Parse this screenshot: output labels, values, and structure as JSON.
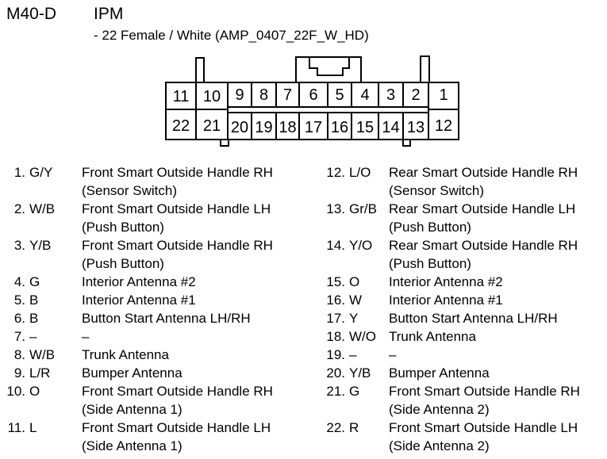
{
  "header": {
    "connector_id": "M40-D",
    "module": "IPM",
    "subtitle": "- 22 Female / White (AMP_0407_22F_W_HD)"
  },
  "connector": {
    "top_row": [
      "11",
      "10",
      "9",
      "8",
      "7",
      "6",
      "5",
      "4",
      "3",
      "2",
      "1"
    ],
    "bottom_row": [
      "22",
      "21",
      "20",
      "19",
      "18",
      "17",
      "16",
      "15",
      "14",
      "13",
      "12"
    ],
    "line_color": "#000000",
    "fill_color": "#ffffff"
  },
  "pins_left": [
    {
      "num": "1.",
      "code": "G/Y",
      "desc": "Front Smart Outside Handle RH",
      "sub": "(Sensor Switch)"
    },
    {
      "num": "2.",
      "code": "W/B",
      "desc": "Front Smart Outside Handle LH",
      "sub": "(Push Button)"
    },
    {
      "num": "3.",
      "code": "Y/B",
      "desc": "Front Smart Outside Handle RH",
      "sub": "(Push Button)"
    },
    {
      "num": "4.",
      "code": "G",
      "desc": "Interior Antenna #2"
    },
    {
      "num": "5.",
      "code": "B",
      "desc": "Interior Antenna #1"
    },
    {
      "num": "6.",
      "code": "B",
      "desc": "Button Start Antenna LH/RH"
    },
    {
      "num": "7.",
      "code": "–",
      "desc": "–"
    },
    {
      "num": "8.",
      "code": "W/B",
      "desc": "Trunk Antenna"
    },
    {
      "num": "9.",
      "code": "L/R",
      "desc": "Bumper Antenna"
    },
    {
      "num": "10.",
      "code": "O",
      "desc": "Front Smart Outside Handle RH",
      "sub": "(Side Antenna 1)"
    },
    {
      "num": "11.",
      "code": "L",
      "desc": "Front Smart Outside Handle LH",
      "sub": "(Side Antenna 1)"
    }
  ],
  "pins_right": [
    {
      "num": "12.",
      "code": "L/O",
      "desc": "Rear Smart Outside Handle RH",
      "sub": "(Sensor Switch)"
    },
    {
      "num": "13.",
      "code": "Gr/B",
      "desc": "Rear Smart Outside Handle LH",
      "sub": "(Push Button)"
    },
    {
      "num": "14.",
      "code": "Y/O",
      "desc": "Rear Smart Outside Handle RH",
      "sub": "(Push Button)"
    },
    {
      "num": "15.",
      "code": "O",
      "desc": "Interior Antenna #2"
    },
    {
      "num": "16.",
      "code": "W",
      "desc": "Interior Antenna #1"
    },
    {
      "num": "17.",
      "code": "Y",
      "desc": "Button Start Antenna LH/RH"
    },
    {
      "num": "18.",
      "code": "W/O",
      "desc": "Trunk Antenna"
    },
    {
      "num": "19.",
      "code": "–",
      "desc": "–"
    },
    {
      "num": "20.",
      "code": "Y/B",
      "desc": "Bumper Antenna"
    },
    {
      "num": "21.",
      "code": "G",
      "desc": "Front Smart Outside Handle RH",
      "sub": "(Side Antenna 2)"
    },
    {
      "num": "22.",
      "code": "R",
      "desc": "Front Smart Outside Handle LH",
      "sub": "(Side Antenna 2)"
    }
  ]
}
